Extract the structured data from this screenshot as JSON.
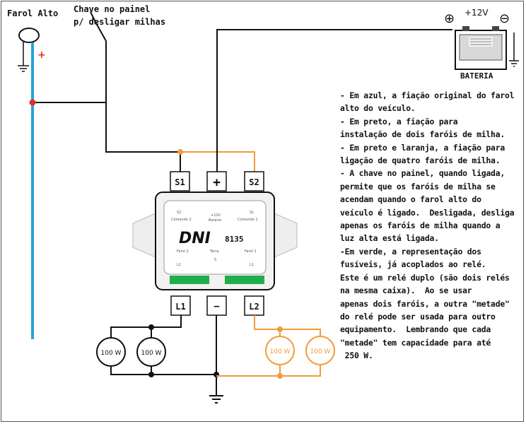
{
  "labels": {
    "farol_alto": "Farol Alto",
    "chave_line1": "Chave no painel",
    "chave_line2": "p/ desligar milhas",
    "voltage": "+12V",
    "plus_sign": "⊕",
    "minus_sign": "⊖",
    "bateria": "BATERIA",
    "s1": "S1",
    "s2": "S2",
    "plus_terminal": "+",
    "minus_terminal": "−",
    "l1": "L1",
    "l2": "L2",
    "lamp_100w": "100 W",
    "red_plus": "+"
  },
  "relay": {
    "brand": "DNI",
    "model": "8135",
    "t_s2": "S2",
    "t_s1": "S1",
    "t_plus": "+12V",
    "t_bateria": "Bateria",
    "t_comando2": "Comando 2",
    "t_comando1": "Comando 1",
    "t_farol2": "Farol 2",
    "t_terra": "Terra",
    "t_farol1": "Farol 1",
    "t_l2": "L2",
    "t_l1": "L1",
    "t_s": "S"
  },
  "notes": [
    "- Em azul, a fiação original do farol",
    "alto do veículo.",
    "- Em preto, a fiação para",
    "instalação de dois faróis de milha.",
    "- Em preto e laranja, a fiação para",
    "ligação de quatro faróis de milha.",
    "- A chave no painel, quando ligada,",
    "permite que os faróis de milha se",
    "acendam quando o farol alto do",
    "veículo é ligado.  Desligada, desliga",
    "apenas os faróis de milha quando a",
    "luz alta está ligada.",
    "-Em verde, a representação dos",
    "fusíveis, já acoplados ao relé.",
    "Este é um relé duplo (são dois relés",
    "na mesma caixa).  Ao se usar",
    "apenas dois faróis, a outra \"metade\"",
    "do relé pode ser usada para outro",
    "equipamento.  Lembrando que cada",
    "\"metade\" tem capacidade para até",
    " 250 W."
  ],
  "colors": {
    "original_wiring": "#2aa0d8",
    "mile_wiring": "#111111",
    "extra_wiring": "#f39a3a",
    "fuse": "#1fae4b",
    "junction": "#e0302a"
  }
}
